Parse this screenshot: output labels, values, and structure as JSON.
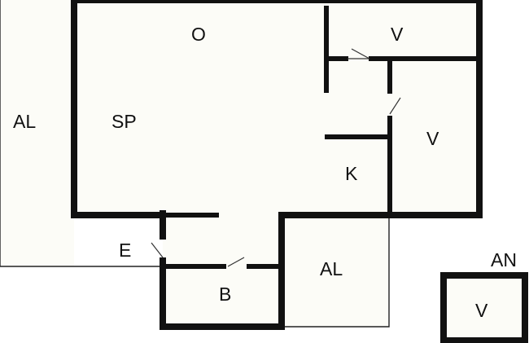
{
  "labels": {
    "o": "O",
    "v_top": "V",
    "al_left": "AL",
    "sp": "SP",
    "v_right": "V",
    "k": "K",
    "e": "E",
    "al_bottom": "AL",
    "b": "B",
    "an": "AN",
    "v_annex": "V"
  }
}
